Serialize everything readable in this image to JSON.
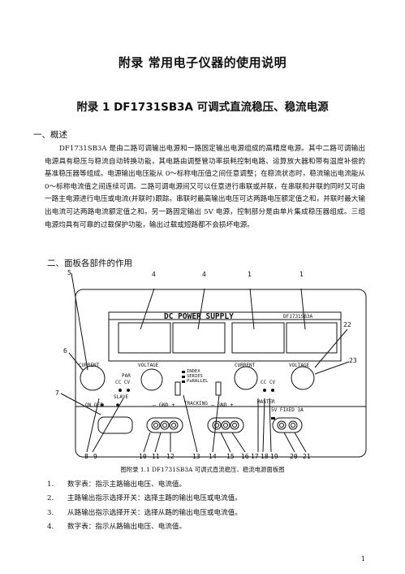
{
  "title": "附录   常用电子仪器的使用说明",
  "subtitle": "附录 1   DF1731SB3A 可调式直流稳压、稳流电源",
  "section1": {
    "heading": "一、概述",
    "para": "DF1731SB3A 是由二路可调输出电源和一路固定输出电源组成的高精度电源。其中二路可调输出电源具有稳压与稳流自动转换功能，其电路由调整管功率损耗控制电路、运算放大器和带有温度补偿的基准稳压器等组成。电源输出电压能从 0～标称电压值之间任意调整；在稳流状态时，稳流输出电流能从 0～标称电流值之间连续可调。二路可调电源间又可以任意进行串联或并联，在串联和并联的同时又可由一路主电源进行电压或电流(并联时)跟踪。串联时最高输出电压可达两路电压额定值之和，并联时最大输出电流可达两路电流额定值之和。另一路固定输出 5V 电源，控制部分是由单片集成稳压器组成。三组电源均具有可靠的过载保护功能，输出过载或短路都不会损坏电源。"
  },
  "section2": {
    "heading": "二、面板各部件的作用"
  },
  "figure": {
    "panel_title": "DC  POWER  SUPPLY",
    "model": "DF1731SB3A",
    "labels": {
      "current_l": "CURRENT",
      "voltage_l": "VOLTAGE",
      "current_r": "CURRENT",
      "voltage_r": "VOLTAGE",
      "par": "PAR",
      "cc_cv_l": "CC  CV",
      "slave": "SLAVE",
      "cc_cv_r": "CC  CV",
      "master": "MASTER",
      "tracking": "TRACKING",
      "index": "INDEX",
      "series": "SERIES",
      "parallel": "PaRALLEL",
      "on_off": "ON   OFF",
      "minus_gnd_plus_l": "—  GND   +",
      "minus_gnd_plus_r": "—  GND   +",
      "fixed": "5V FIXED 3A"
    },
    "callouts": [
      "4",
      "4",
      "1",
      "1",
      "5",
      "22",
      "6",
      "23",
      "7",
      "8",
      "9",
      "10",
      "11",
      "12",
      "13",
      "14",
      "15",
      "16",
      "17",
      "18",
      "19",
      "20",
      "21"
    ],
    "caption": "图附录 1.1   DF1731SB3A 可调式直流稳压、稳流电源面板图"
  },
  "list": [
    {
      "num": "1.",
      "text": "数字表：指示主路输出电压、电流值。"
    },
    {
      "num": "2.",
      "text": "主路输出指示选择开关：选择主路的输出电压或电流值。"
    },
    {
      "num": "3.",
      "text": "从路输出指示选择开关：选择从路的输出电压或电流值。"
    },
    {
      "num": "4.",
      "text": "数字表：指示从路输出电压、电流值。"
    }
  ],
  "page_number": "1"
}
